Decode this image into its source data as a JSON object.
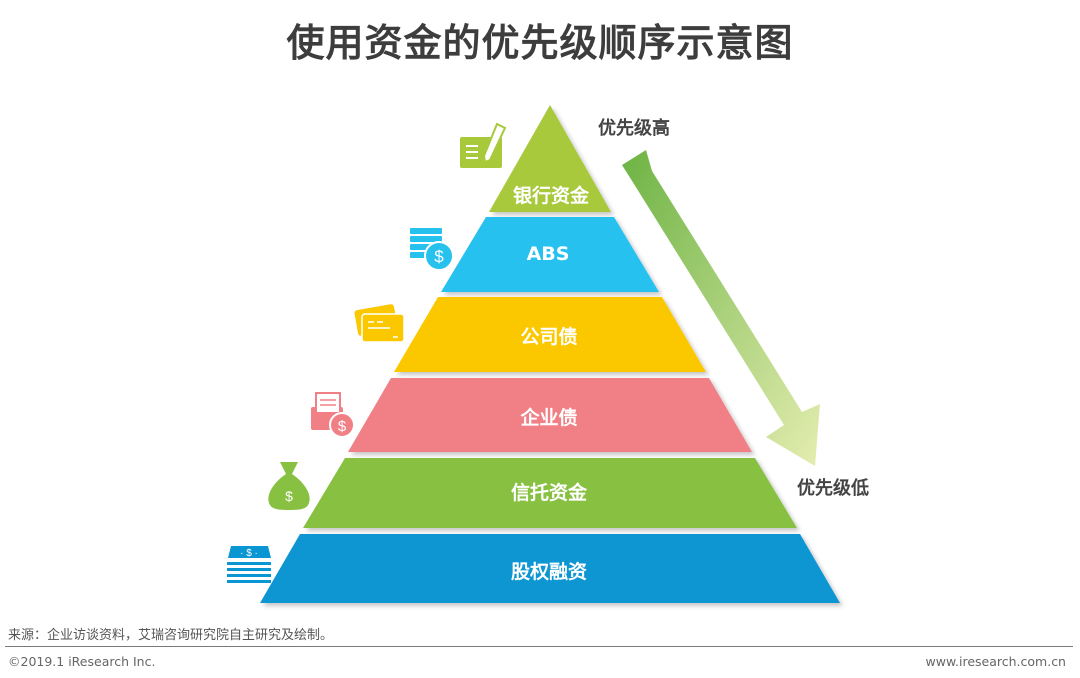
{
  "title": "使用资金的优先级顺序示意图",
  "priority": {
    "high_label": "优先级高",
    "low_label": "优先级低",
    "arrow_color_start": "#6db344",
    "arrow_color_end": "#e4edb0"
  },
  "pyramid": {
    "tiers": [
      {
        "label": "银行资金",
        "color": "#a7c93a",
        "icon": "check-pen-icon"
      },
      {
        "label": "ABS",
        "color": "#27c1ee",
        "icon": "coin-stack-dollar-icon"
      },
      {
        "label": "公司债",
        "color": "#fbc800",
        "icon": "credit-cards-icon"
      },
      {
        "label": "企业债",
        "color": "#f08085",
        "icon": "document-folder-dollar-icon"
      },
      {
        "label": "信托资金",
        "color": "#88c142",
        "icon": "money-bag-icon"
      },
      {
        "label": "股权融资",
        "color": "#0a96d2",
        "icon": "cash-stack-icon"
      }
    ]
  },
  "footer": {
    "source": "来源：企业访谈资料，艾瑞咨询研究院自主研究及绘制。",
    "copyright": "©2019.1 iResearch Inc.",
    "website": "www.iresearch.com.cn"
  }
}
